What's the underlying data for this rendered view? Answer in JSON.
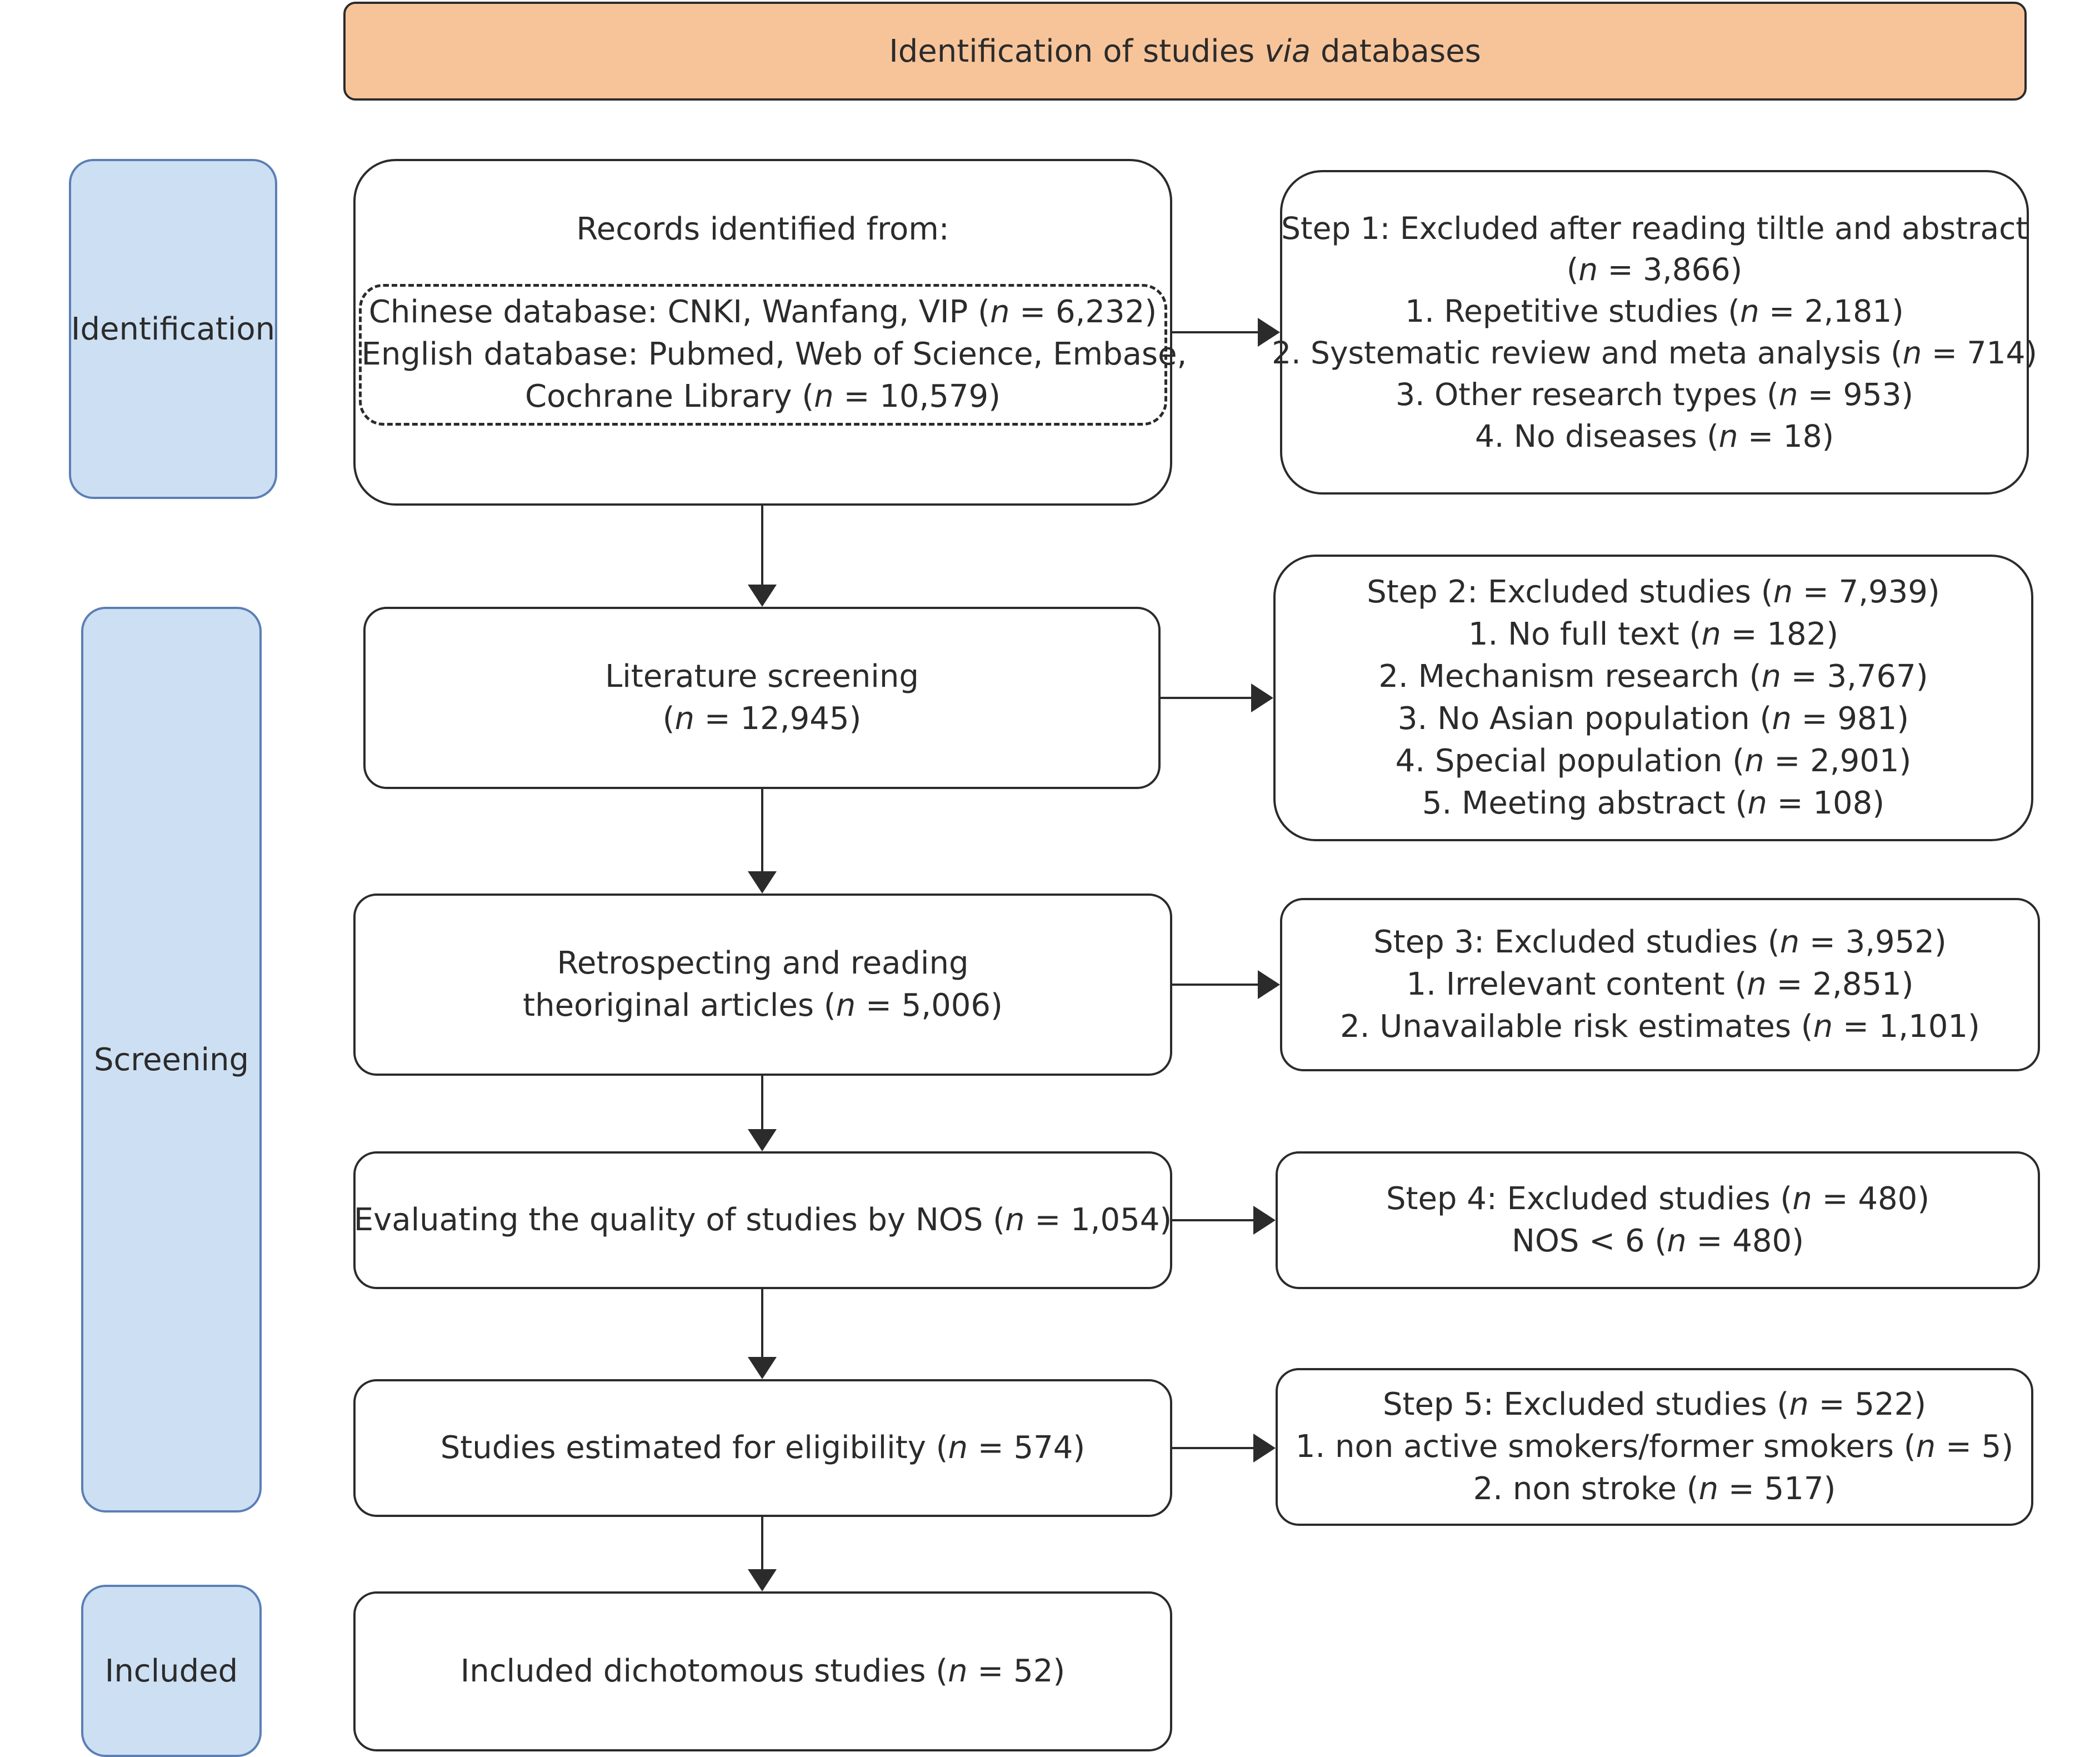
{
  "banner": {
    "pre": "Identification of studies ",
    "em": "via",
    "post": " databases"
  },
  "phases": {
    "identification": "Identification",
    "screening": "Screening",
    "included": "Included"
  },
  "records": {
    "heading": "Records identified from:",
    "chinese_pre": "Chinese database: CNKI, Wanfang, VIP (",
    "chinese_n": "6,232",
    "english_line1": "English database: Pubmed, Web of Science, Embase,",
    "english_pre": "Cochrane Library (",
    "english_n": "10,579"
  },
  "screening_box": {
    "line1": "Literature screening",
    "n": "12,945"
  },
  "retrospect_box": {
    "line1": "Retrospecting and reading",
    "line2_pre": "theoriginal articles (",
    "n": "5,006"
  },
  "nos_box": {
    "pre": "Evaluating the quality of studies by NOS (",
    "n": "1,054"
  },
  "eligibility_box": {
    "pre": "Studies estimated for eligibility (",
    "n": "574"
  },
  "included_box": {
    "pre": "Included dichotomous studies (",
    "n": "52"
  },
  "n_symbol": "n",
  "n_sep": " = ",
  "close_paren": ")",
  "exclusions": {
    "step1": {
      "title": "Step 1: Excluded after reading tiltle and abstract",
      "total": "3,866",
      "items": [
        {
          "label": "1. Repetitive studies (",
          "n": "2,181"
        },
        {
          "label": "2. Systematic review and meta analysis (",
          "n": "714"
        },
        {
          "label": "3. Other research types (",
          "n": "953"
        },
        {
          "label": "4. No diseases (",
          "n": "18"
        }
      ]
    },
    "step2": {
      "title": "Step 2: Excluded studies (",
      "total": "7,939",
      "items": [
        {
          "label": "1. No full text (",
          "n": "182"
        },
        {
          "label": "2. Mechanism research (",
          "n": "3,767"
        },
        {
          "label": "3. No Asian population (",
          "n": "981"
        },
        {
          "label": "4. Special population (",
          "n": "2,901"
        },
        {
          "label": "5. Meeting abstract (",
          "n": "108"
        }
      ]
    },
    "step3": {
      "title": "Step 3: Excluded studies (",
      "total": "3,952",
      "items": [
        {
          "label": "1. Irrelevant content (",
          "n": "2,851"
        },
        {
          "label": "2. Unavailable risk estimates (",
          "n": "1,101"
        }
      ]
    },
    "step4": {
      "title": "Step 4: Excluded studies (",
      "total": "480",
      "items": [
        {
          "label": "NOS < 6 (",
          "n": "480"
        }
      ]
    },
    "step5": {
      "title": "Step 5: Excluded studies (",
      "total": "522",
      "items": [
        {
          "label": "1. non active smokers/former smokers (",
          "n": "5"
        },
        {
          "label": "2. non stroke (",
          "n": "517"
        }
      ]
    }
  }
}
